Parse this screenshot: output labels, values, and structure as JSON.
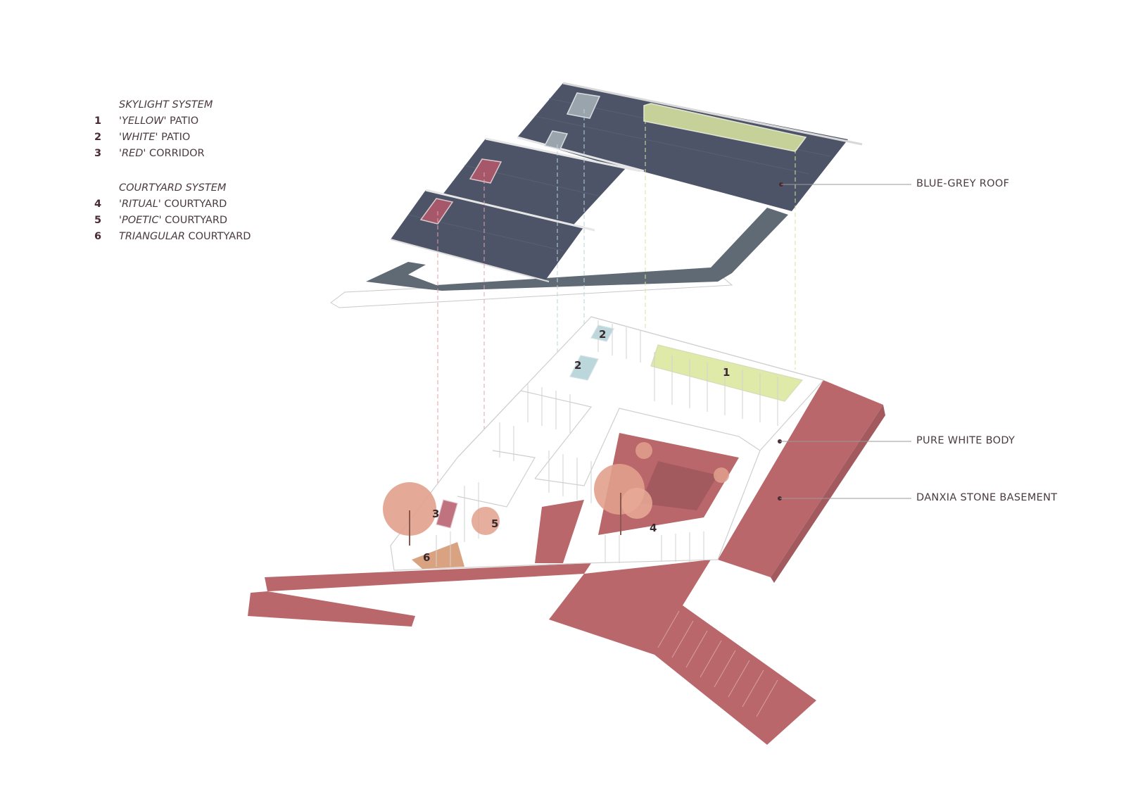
{
  "legend": {
    "skylight_heading": "SKYLIGHT SYSTEM",
    "skylight_items": [
      {
        "num": "1",
        "em": "'YELLOW'",
        "rest": " PATIO"
      },
      {
        "num": "2",
        "em": "'WHITE'",
        "rest": " PATIO"
      },
      {
        "num": "3",
        "em": "'RED'",
        "rest": " CORRIDOR"
      }
    ],
    "courtyard_heading": "COURTYARD SYSTEM",
    "courtyard_items": [
      {
        "num": "4",
        "em": "'RITUAL'",
        "rest": " COURTYARD"
      },
      {
        "num": "5",
        "em": "'POETIC'",
        "rest": " COURTYARD"
      },
      {
        "num": "6",
        "em": "TRIANGULAR",
        "rest": " COURTYARD"
      }
    ]
  },
  "callouts": {
    "roof": "BLUE-GREY ROOF",
    "body": "PURE WHITE BODY",
    "basement": "DANXIA STONE BASEMENT"
  },
  "markers": {
    "n1": "1",
    "n2a": "2",
    "n2b": "2",
    "n3": "3",
    "n4": "4",
    "n5": "5",
    "n6": "6"
  },
  "colors": {
    "roof": "#4d5468",
    "gutter": "#5f6a74",
    "stone": "#b9676a",
    "stone_dark": "#a35a5e",
    "yellow_skylight": "#d9e6a6",
    "white_skylight": "#bcd7dc",
    "red_skylight": "#c0727e",
    "tree": "#e1a08c"
  }
}
